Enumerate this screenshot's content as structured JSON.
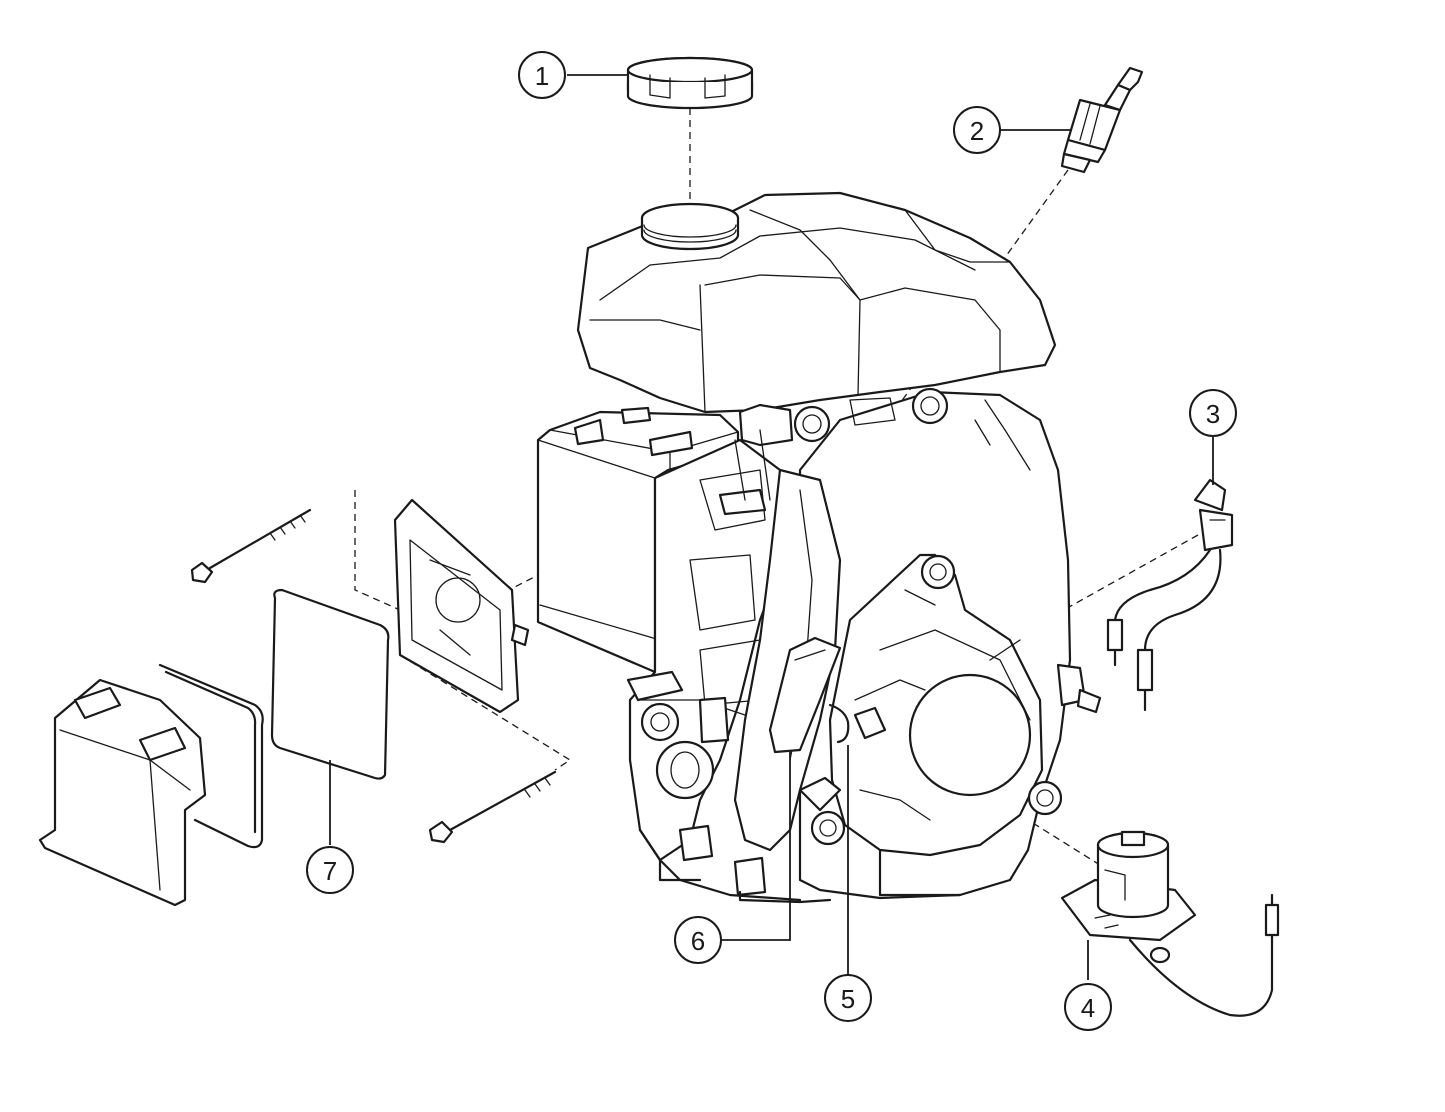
{
  "diagram": {
    "callouts": [
      {
        "id": "callout-1",
        "label": "1"
      },
      {
        "id": "callout-2",
        "label": "2"
      },
      {
        "id": "callout-3",
        "label": "3"
      },
      {
        "id": "callout-4",
        "label": "4"
      },
      {
        "id": "callout-5",
        "label": "5"
      },
      {
        "id": "callout-6",
        "label": "6"
      },
      {
        "id": "callout-7",
        "label": "7"
      }
    ]
  }
}
